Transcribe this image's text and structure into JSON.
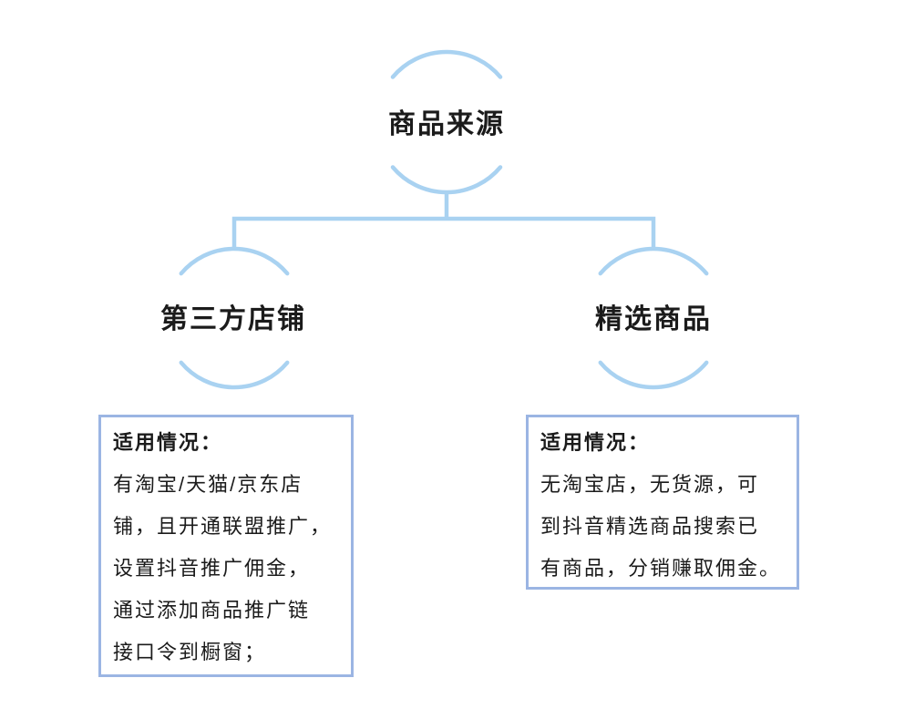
{
  "diagram": {
    "root": {
      "label": "商品来源"
    },
    "branches": [
      {
        "label": "第三方店铺",
        "box": {
          "title": "适用情况：",
          "lines": [
            "有淘宝/天猫/京东店",
            "铺，且开通联盟推广，",
            "设置抖音推广佣金，",
            "通过添加商品推广链",
            "接口令到橱窗；"
          ]
        }
      },
      {
        "label": "精选商品",
        "box": {
          "title": "适用情况：",
          "lines": [
            "无淘宝店，无货源，可",
            "到抖音精选商品搜索已",
            "有商品，分销赚取佣金。"
          ]
        }
      }
    ],
    "colors": {
      "line_blue": "#A9D2F1",
      "box_border_blue": "#9BB5E3",
      "text_dark": "#1B1B1B",
      "background": "#FFFFFF"
    }
  }
}
